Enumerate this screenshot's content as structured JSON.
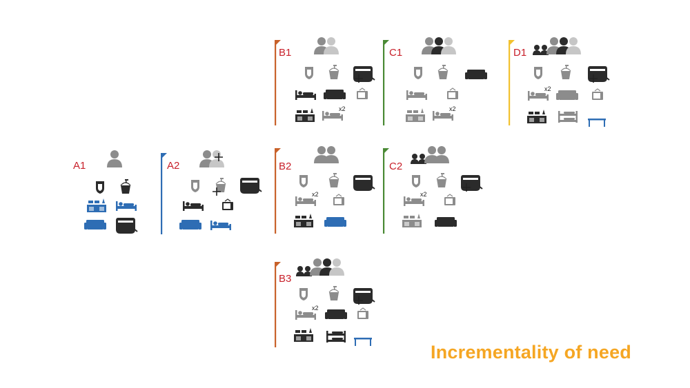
{
  "title": "Incrementality of need",
  "colors": {
    "label": "#c8202a",
    "title": "#f5a623",
    "A": "#2e6db4",
    "B": "#c8612a",
    "C": "#4a8a35",
    "D": "#f2c12e",
    "blue": "#2e6db4",
    "dark": "#2b2b2b",
    "grey": "#8c8c8c",
    "light": "#c6c6c6"
  },
  "panels": [
    {
      "id": "A1",
      "flag": null,
      "people": [
        [
          "adult",
          "grey"
        ]
      ],
      "items": [
        {
          "icon": "water-filter",
          "tone": "dark"
        },
        {
          "icon": "water-bucket",
          "tone": "dark"
        },
        {
          "icon": "stove",
          "tone": "blue"
        },
        {
          "icon": "bed",
          "tone": "blue"
        },
        {
          "icon": "sofa",
          "tone": "blue"
        },
        {
          "icon": "water-tank",
          "tone": "dark"
        }
      ]
    },
    {
      "id": "A2",
      "flag": "A",
      "people": [
        [
          "adult",
          "grey"
        ],
        [
          "adult",
          "light"
        ]
      ],
      "plus": "people",
      "items": [
        {
          "icon": "water-filter",
          "tone": "grey"
        },
        {
          "icon": "water-bucket",
          "tone": "grey",
          "plus": true
        },
        {
          "icon": "water-tank",
          "tone": "dark"
        },
        {
          "icon": "bed",
          "tone": "dark"
        },
        {
          "icon": "tv",
          "tone": "dark"
        },
        {
          "icon": "sofa",
          "tone": "blue"
        },
        {
          "icon": "bed",
          "tone": "blue"
        }
      ]
    },
    {
      "id": "B1",
      "flag": "B",
      "people": [
        [
          "adult",
          "grey"
        ],
        [
          "adult",
          "light"
        ]
      ],
      "items": [
        {
          "icon": "water-filter",
          "tone": "grey"
        },
        {
          "icon": "water-bucket",
          "tone": "grey"
        },
        {
          "icon": "water-tank",
          "tone": "dark",
          "plus": true
        },
        {
          "icon": "bed",
          "tone": "dark"
        },
        {
          "icon": "sofa",
          "tone": "dark"
        },
        {
          "icon": "tv",
          "tone": "grey"
        },
        {
          "icon": "stove",
          "tone": "dark"
        },
        {
          "icon": "bed",
          "tone": "grey",
          "mult": "x2"
        }
      ]
    },
    {
      "id": "C1",
      "flag": "C",
      "people": [
        [
          "adult",
          "grey"
        ],
        [
          "adult",
          "dark"
        ],
        [
          "adult",
          "light"
        ]
      ],
      "items": [
        {
          "icon": "water-filter",
          "tone": "grey"
        },
        {
          "icon": "water-bucket",
          "tone": "grey"
        },
        {
          "icon": "sofa",
          "tone": "dark"
        },
        {
          "icon": "bed",
          "tone": "grey"
        },
        {
          "icon": "tv",
          "tone": "grey"
        },
        {
          "icon": "stove",
          "tone": "grey"
        },
        {
          "icon": "bed",
          "tone": "grey",
          "mult": "x2"
        }
      ]
    },
    {
      "id": "D1",
      "flag": "D",
      "people": [
        [
          "kids",
          "dark"
        ],
        [
          "adult",
          "grey"
        ],
        [
          "adult",
          "dark"
        ],
        [
          "adult",
          "light"
        ]
      ],
      "items": [
        {
          "icon": "water-filter",
          "tone": "grey"
        },
        {
          "icon": "water-bucket",
          "tone": "grey"
        },
        {
          "icon": "water-tank",
          "tone": "dark",
          "plus": true
        },
        {
          "icon": "bed",
          "tone": "grey",
          "mult": "x2"
        },
        {
          "icon": "sofa",
          "tone": "grey"
        },
        {
          "icon": "tv",
          "tone": "grey"
        },
        {
          "icon": "stove",
          "tone": "dark"
        },
        {
          "icon": "bunk-bed",
          "tone": "grey"
        },
        {
          "icon": "table",
          "tone": "blue"
        }
      ]
    },
    {
      "id": "B2",
      "flag": "B",
      "people": [
        [
          "adult",
          "grey"
        ],
        [
          "adult",
          "grey"
        ]
      ],
      "items": [
        {
          "icon": "water-filter",
          "tone": "grey"
        },
        {
          "icon": "water-bucket",
          "tone": "grey"
        },
        {
          "icon": "water-tank",
          "tone": "dark"
        },
        {
          "icon": "bed",
          "tone": "grey",
          "mult": "x2"
        },
        {
          "icon": "tv",
          "tone": "grey"
        },
        {
          "icon": "stove",
          "tone": "dark"
        },
        {
          "icon": "sofa",
          "tone": "blue"
        }
      ]
    },
    {
      "id": "C2",
      "flag": "C",
      "people": [
        [
          "kids",
          "dark"
        ],
        [
          "adult",
          "grey"
        ],
        [
          "adult",
          "grey"
        ]
      ],
      "items": [
        {
          "icon": "water-filter",
          "tone": "grey"
        },
        {
          "icon": "water-bucket",
          "tone": "grey"
        },
        {
          "icon": "water-tank",
          "tone": "dark",
          "plus": true
        },
        {
          "icon": "bed",
          "tone": "grey",
          "mult": "x2"
        },
        {
          "icon": "tv",
          "tone": "grey"
        },
        {
          "icon": "stove",
          "tone": "grey"
        },
        {
          "icon": "sofa",
          "tone": "dark"
        }
      ]
    },
    {
      "id": "B3",
      "flag": "B",
      "people": [
        [
          "kids",
          "dark"
        ],
        [
          "adult",
          "grey"
        ],
        [
          "adult",
          "dark"
        ],
        [
          "adult",
          "light"
        ]
      ],
      "items": [
        {
          "icon": "water-filter",
          "tone": "grey"
        },
        {
          "icon": "water-bucket",
          "tone": "grey"
        },
        {
          "icon": "water-tank",
          "tone": "dark",
          "plus": true
        },
        {
          "icon": "bed",
          "tone": "grey",
          "mult": "x2"
        },
        {
          "icon": "sofa",
          "tone": "dark"
        },
        {
          "icon": "tv",
          "tone": "grey"
        },
        {
          "icon": "stove",
          "tone": "dark"
        },
        {
          "icon": "bunk-bed",
          "tone": "dark"
        },
        {
          "icon": "table",
          "tone": "blue"
        }
      ]
    }
  ]
}
